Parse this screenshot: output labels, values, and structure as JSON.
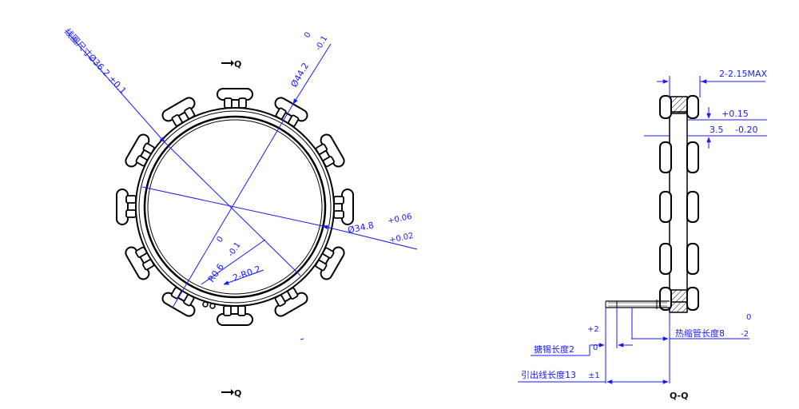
{
  "front_view": {
    "section_marker_top": "Q",
    "section_marker_bottom": "Q",
    "dim_hole_label": "线圈尺寸Ø36.2 ±0.1",
    "dim_outer_main": "Ø44.2",
    "dim_outer_tol_upper": "0",
    "dim_outer_tol_lower": "-0.1",
    "dim_inner_main": "Ø34.8",
    "dim_inner_tol_upper": "+0.06",
    "dim_inner_tol_lower": "+0.02",
    "dim_radius_main": "R0.6",
    "dim_radius_tol_upper": "0",
    "dim_radius_tol_lower": "-0.1",
    "dim_radius2": "2-R0.2"
  },
  "section_view": {
    "title": "Q-Q",
    "dim_gap": "2-2.15MAX",
    "dim_thickness_main": "3.5",
    "dim_thickness_tol_upper": "+0.15",
    "dim_thickness_tol_lower": "-0.20",
    "dim_tinning_label": "搪锡长度2",
    "dim_tinning_tol_upper": "+2",
    "dim_tinning_tol_lower": "0",
    "dim_sleeve_label": "热缩管长度8",
    "dim_sleeve_tol_upper": "0",
    "dim_sleeve_tol_lower": "-2",
    "dim_lead_label": "引出线长度13",
    "dim_lead_tol": "±1"
  },
  "colors": {
    "outline": "#000000",
    "dimension": "#1a1aff"
  }
}
